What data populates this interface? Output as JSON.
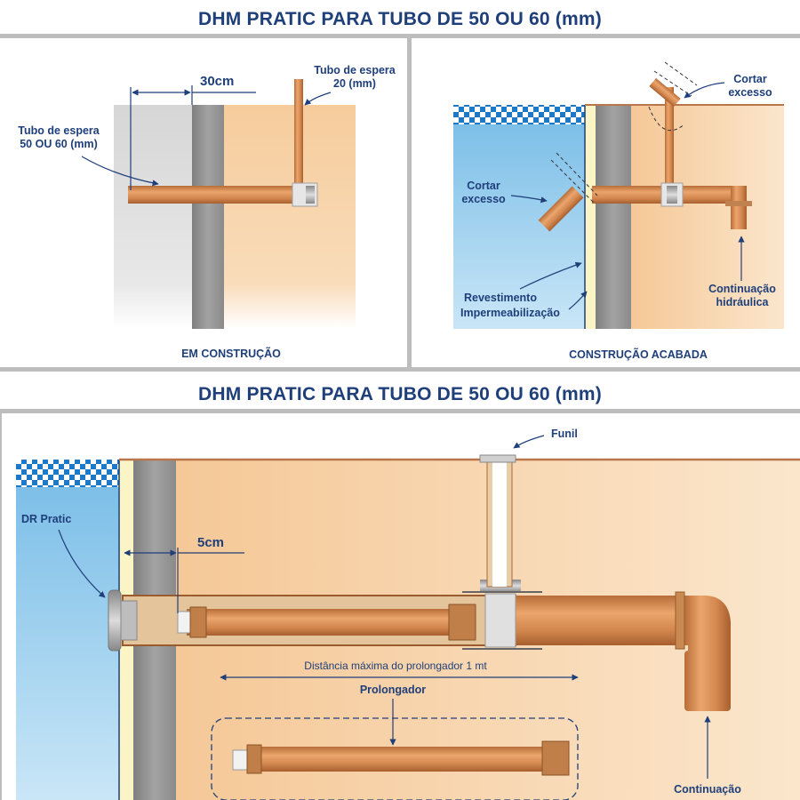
{
  "title_top": "DHM PRATIC PARA TUBO DE 50 OU 60 (mm)",
  "title_bottom": "DHM PRATIC PARA TUBO DE 50 OU 60 (mm)",
  "panel_left": {
    "caption": "EM CONSTRUÇÃO",
    "dimension": "30cm",
    "label_tubo_espera_main_1": "Tubo de espera",
    "label_tubo_espera_main_2": "50 OU 60 (mm)",
    "label_tubo_espera_small_1": "Tubo de espera",
    "label_tubo_espera_small_2": "20 (mm)"
  },
  "panel_right": {
    "caption": "CONSTRUÇÃO ACABADA",
    "label_cortar_top_1": "Cortar",
    "label_cortar_top_2": "excesso",
    "label_cortar_left_1": "Cortar",
    "label_cortar_left_2": "excesso",
    "label_revestimento": "Revestimento",
    "label_impermeabilizacao": "Impermeabilização",
    "label_continuacao_1": "Continuação",
    "label_continuacao_2": "hidráulica"
  },
  "panel_bottom": {
    "label_funil": "Funil",
    "label_dr_pratic": "DR Pratic",
    "dimension": "5cm",
    "label_distancia": "Distância máxima do prolongador 1 mt",
    "label_prolongador": "Prolongador",
    "label_continuacao": "Continuação"
  },
  "colors": {
    "title": "#1f3f7a",
    "soil": "#f7d3a8",
    "pipe": "#d68c52",
    "wall": "#8f8f8f",
    "water": "#8fc6e8",
    "tile": "#1e78c8",
    "arrow": "#1f3f7a",
    "divider": "#bdbdbd"
  }
}
